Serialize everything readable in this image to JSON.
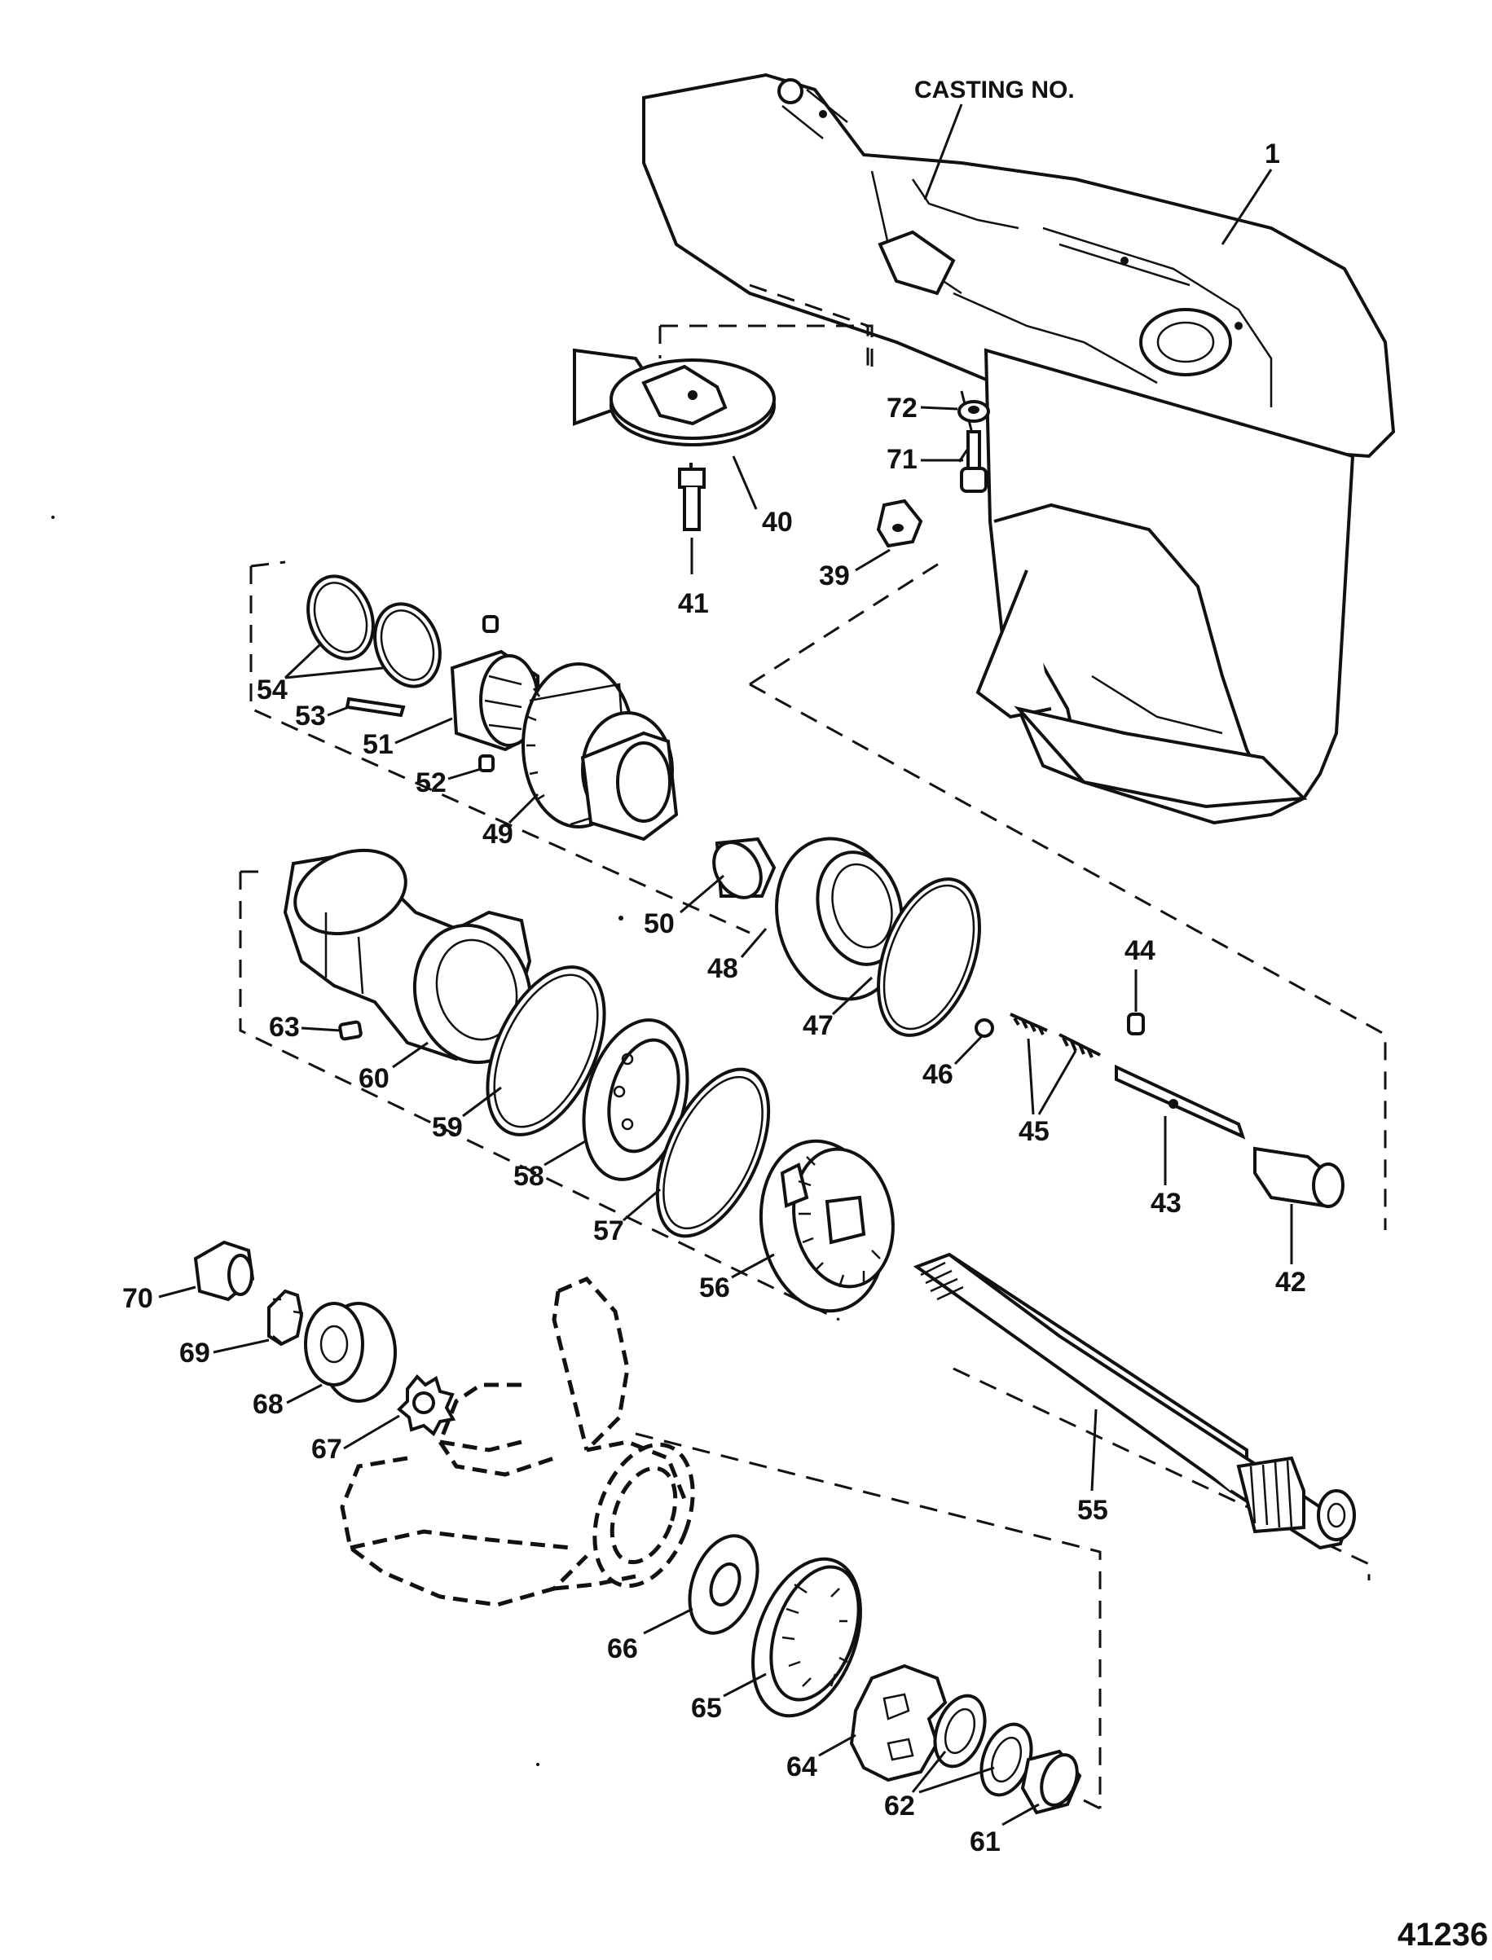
{
  "diagram": {
    "casting_label": "CASTING NO.",
    "figure_number": "41236",
    "callouts": {
      "c1": "1",
      "c39": "39",
      "c40": "40",
      "c41": "41",
      "c42": "42",
      "c43": "43",
      "c44": "44",
      "c45": "45",
      "c46": "46",
      "c47": "47",
      "c48": "48",
      "c49": "49",
      "c50": "50",
      "c51": "51",
      "c52": "52",
      "c53": "53",
      "c54": "54",
      "c55": "55",
      "c56": "56",
      "c57": "57",
      "c58": "58",
      "c59": "59",
      "c60": "60",
      "c61": "61",
      "c62": "62",
      "c63": "63",
      "c64": "64",
      "c65": "65",
      "c66": "66",
      "c67": "67",
      "c68": "68",
      "c69": "69",
      "c70": "70",
      "c71": "71",
      "c72": "72"
    }
  }
}
